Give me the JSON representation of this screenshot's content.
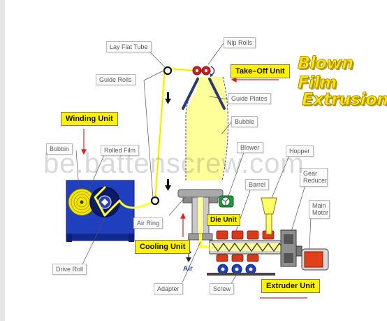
{
  "title": {
    "line1": "Blown Film",
    "line2": "Extrusion"
  },
  "watermark": "be.battenscrew.com",
  "units": {
    "winding": "Winding Unit",
    "takeoff": "Take–Off Unit",
    "cooling": "Cooling Unit",
    "extruder": "Extruder Unit",
    "die": "Die Unit"
  },
  "callouts": {
    "lay_flat_tube": "Lay Flat Tube",
    "nip_rolls": "Nip Rolls",
    "guide_rolls": "Guide Rolls",
    "guide_plates": "Guide Plates",
    "bubble": "Bubble",
    "bobbin": "Bobbin",
    "rolled_film": "Rolled Film",
    "blower": "Blower",
    "hopper": "Hopper",
    "barrel": "Barrel",
    "gear_reducer": "Gear Reducer",
    "main_motor": "Main Motor",
    "air_ring": "Air Ring",
    "drive_roll": "Drive Roll",
    "adapter": "Adapter",
    "screw": "Screw"
  },
  "air": "Air",
  "colors": {
    "unit_label_bg": "#fff200",
    "film": "#ffff33",
    "bubble_fill": "#ffff99",
    "winder_body": "#1f3fbf",
    "roll_red": "#cc2222",
    "motor_red": "#e0401a",
    "title_yellow": "#ffe600"
  }
}
